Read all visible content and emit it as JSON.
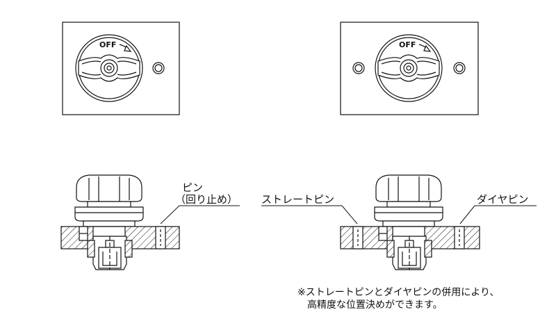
{
  "views": {
    "knob_label_left": "OFF",
    "knob_label_right": "OFF"
  },
  "labels": {
    "pin_line1": "ピン",
    "pin_line2": "（回り止め）",
    "straight_pin": "ストレートピン",
    "diamond_pin": "ダイヤピン"
  },
  "note": {
    "line1": "※ストレートピンとダイヤピンの併用により、",
    "line2": "高精度な位置決めができます。"
  },
  "colors": {
    "line": "#111111",
    "background": "#ffffff"
  }
}
